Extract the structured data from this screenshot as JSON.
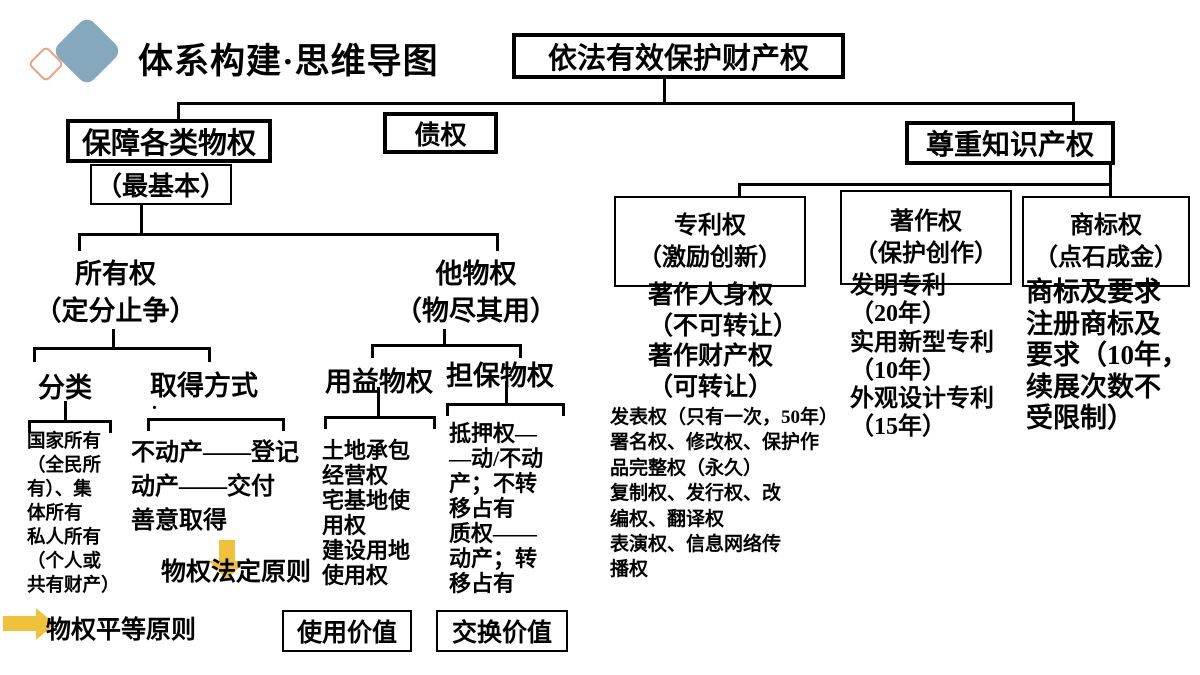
{
  "colors": {
    "line": "#000000",
    "diamond_blue": "#85a8bc",
    "diamond_orange": "#f0a07c",
    "arrow_yellow": "#f0c13a"
  },
  "header": {
    "title": "体系构建·思维导图"
  },
  "root": {
    "label": "依法有效保护财产权"
  },
  "level1": {
    "property": {
      "label": "保障各类物权",
      "note": "（最基本）"
    },
    "debt": {
      "label": "债权"
    },
    "ip": {
      "label": "尊重知识产权"
    }
  },
  "ownership": {
    "label": "所有权\n（定分止争）",
    "classification": {
      "label": "分类",
      "detail": "国家所有\n（全民所\n有）、集\n体所有\n私人所有\n（个人或\n共有财产）"
    },
    "acquisition": {
      "label": "取得方式",
      "stray_dot": ".",
      "detail": "不动产——登记\n动产——交付\n善意取得"
    },
    "principle_legal": "物权法定原则",
    "principle_equal": "物权平等原则"
  },
  "other_right": {
    "label": "他物权\n（物尽其用）",
    "usufruct": {
      "label": "用益物权",
      "detail": "土地承包\n经营权\n宅基地使\n用权\n建设用地\n使用权",
      "value": "使用价值"
    },
    "security": {
      "label": "担保物权",
      "detail": "抵押权—\n—动/不动\n产；不转\n移占有\n质权——\n动产；转\n移占有",
      "value": "交换价值"
    }
  },
  "ip_branch": {
    "patent": {
      "label": "专利权\n（激励创新）",
      "main": "著作人身权\n （不可转让）\n著作财产权\n （可转让）",
      "detail": "发表权（只有一次，50年）\n署名权、修改权、保护作\n品完整权（永久）\n复制权、发行权、改\n编权、翻译权\n表演权、信息网络传\n播权"
    },
    "copyright": {
      "label": "著作权\n（保护创作）",
      "detail": "发明专利\n （20年）\n实用新型专利\n （10年）\n外观设计专利\n （15年）"
    },
    "trademark": {
      "label": "商标权\n（点石成金）",
      "detail": "商标及要求\n注册商标及\n要求（10年，\n续展次数不\n受限制）"
    }
  }
}
